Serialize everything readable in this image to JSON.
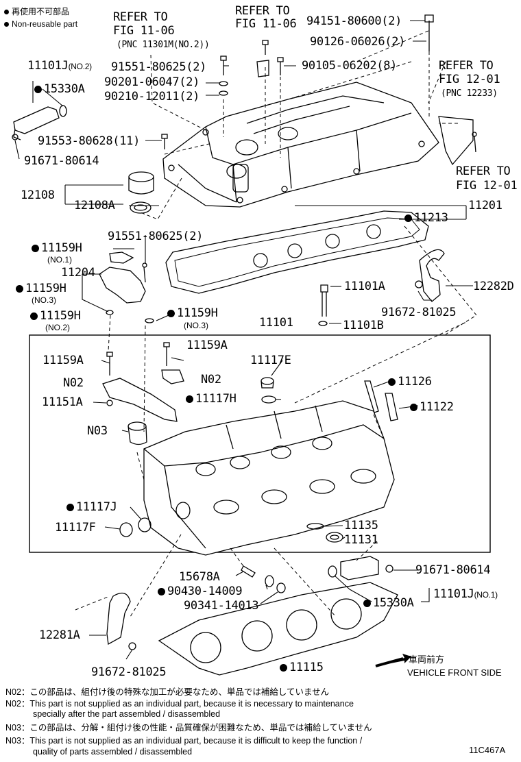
{
  "legend": {
    "line1": "再使用不可部品",
    "line2": "Non-reusable part"
  },
  "refers": {
    "fig1106a_l1": "REFER TO",
    "fig1106a_l2": "FIG 11-06",
    "fig1106a_pnc": "(PNC 11301M(NO.2))",
    "fig1106b_l1": "REFER TO",
    "fig1106b_l2": "FIG 11-06",
    "fig1201a_l1": "REFER TO",
    "fig1201a_l2": "FIG 12-01",
    "fig1201a_pnc": "(PNC 12233)",
    "fig1201b_l1": "REFER TO",
    "fig1201b_l2": "FIG 12-01"
  },
  "parts": {
    "p94151": "94151-80600(2)",
    "p90126": "90126-06026(2)",
    "p90105": "90105-06202(8)",
    "p11101J_top": "11101J",
    "p11101J_top_no": "(NO.2)",
    "p91551a": "91551-80625(2)",
    "p90201": "90201-06047(2)",
    "p90210": "90210-12011(2)",
    "p15330A_top": "15330A",
    "p91553": "91553-80628(11)",
    "p91671_top": "91671-80614",
    "p12108": "12108",
    "p12108A": "12108A",
    "p11201": "11201",
    "p11213": "11213",
    "p91551b": "91551-80625(2)",
    "p11159H_1": "11159H",
    "p11159H_1_no": "(NO.1)",
    "p11204": "11204",
    "p11159H_3a": "11159H",
    "p11159H_3a_no": "(NO.3)",
    "p11159H_2": "11159H",
    "p11159H_2_no": "(NO.2)",
    "p11159H_3b": "11159H",
    "p11159H_3b_no": "(NO.3)",
    "p11101A": "11101A",
    "p11101B": "11101B",
    "p12282D": "12282D",
    "p91672_top": "91672-81025",
    "p11101": "11101",
    "p11159A_l": "11159A",
    "p11159A_r": "11159A",
    "p11117E": "11117E",
    "pN02_l": "N02",
    "pN02_r": "N02",
    "p11151A": "11151A",
    "p11117H": "11117H",
    "p11126": "11126",
    "p11122": "11122",
    "pN03": "N03",
    "p11117J": "11117J",
    "p11117F": "11117F",
    "p11135": "11135",
    "p11131": "11131",
    "p15678A": "15678A",
    "p91671_bot": "91671-80614",
    "p90430": "90430-14009",
    "p90341": "90341-14013",
    "p15330A_bot": "15330A",
    "p11101J_bot": "11101J",
    "p11101J_bot_no": "(NO.1)",
    "p12281A": "12281A",
    "p91672_bot": "91672-81025",
    "p11115": "11115"
  },
  "direction": {
    "jp": "車両前方",
    "en": "VEHICLE FRONT SIDE"
  },
  "notes": {
    "n02_jp": "N02：この部品は、組付け後の特殊な加工が必要なため、単品では補給していません",
    "n02_en1": "N02：This part is not supplied as an individual part, because it is necessary to maintenance",
    "n02_en2": "specially after the part assembled / disassembled",
    "n03_jp": "N03：この部品は、分解・組付け後の性能・品質確保が困難なため、単品では補給していません",
    "n03_en1": "N03：This part is not supplied as an individual part, because it is difficult to keep the function /",
    "n03_en2": "quality of parts  assembled / disassembled"
  },
  "figure_id": "11C467A"
}
